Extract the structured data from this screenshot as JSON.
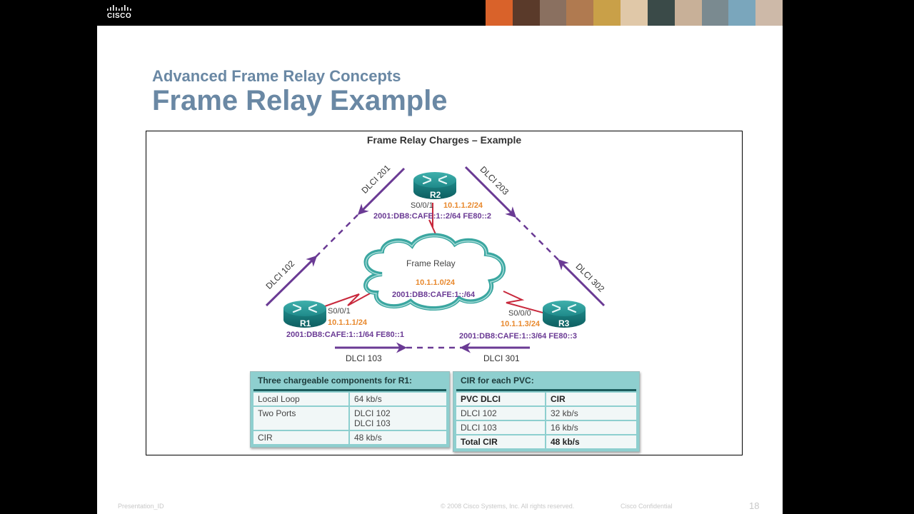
{
  "header": {
    "logo_text": "CISCO",
    "photo_strip_colors": [
      "#d9622a",
      "#5a3a2a",
      "#8a7060",
      "#b07a50",
      "#c9a048",
      "#e0c8a8",
      "#3a4a48",
      "#c8b098",
      "#7a8a90",
      "#7aa6bc",
      "#cdb9a8"
    ]
  },
  "slide": {
    "subtitle": "Advanced Frame Relay Concepts",
    "title": "Frame Relay Example"
  },
  "figure": {
    "title": "Frame Relay Charges – Example",
    "cloud": {
      "label": "Frame Relay",
      "ipv4": "10.1.1.0/24",
      "ipv6": "2001:DB8:CAFE:1::/64"
    },
    "routers": {
      "r1": {
        "name": "R1",
        "interface": "S0/0/1",
        "ipv4": "10.1.1.1/24",
        "ipv6": "2001:DB8:CAFE:1::1/64 FE80::1"
      },
      "r2": {
        "name": "R2",
        "interface": "S0/0/1",
        "ipv4": "10.1.1.2/24",
        "ipv6": "2001:DB8:CAFE:1::2/64 FE80::2"
      },
      "r3": {
        "name": "R3",
        "interface": "S0/0/0",
        "ipv4": "10.1.1.3/24",
        "ipv6": "2001:DB8:CAFE:1::3/64 FE80::3"
      }
    },
    "dlcis": {
      "d201": "DLCI 201",
      "d102": "DLCI 102",
      "d203": "DLCI 203",
      "d302": "DLCI 302",
      "d103": "DLCI 103",
      "d301": "DLCI 301"
    },
    "colors": {
      "router": "#1f8a8a",
      "cloud_stroke": "#3aa6a0",
      "serial_link": "#c8283c",
      "pvc": "#6a3a94",
      "ipv4": "#e8892e"
    }
  },
  "table_r1": {
    "heading": "Three chargeable components for R1:",
    "rows": [
      {
        "label": "Local Loop",
        "value": "64 kb/s",
        "value2": ""
      },
      {
        "label": "Two Ports",
        "value": "DLCI 102",
        "value2": "DLCI 103"
      },
      {
        "label": "CIR",
        "value": "48 kb/s",
        "value2": ""
      }
    ]
  },
  "table_cir": {
    "heading": "CIR for each PVC:",
    "columns": [
      "PVC DLCI",
      "CIR"
    ],
    "rows": [
      {
        "dlci": "DLCI 102",
        "cir": "32 kb/s"
      },
      {
        "dlci": "DLCI 103",
        "cir": "16 kb/s"
      }
    ],
    "total": {
      "label": "Total CIR",
      "value": "48 kb/s"
    }
  },
  "footer": {
    "presentation_id": "Presentation_ID",
    "copyright": "© 2008 Cisco Systems, Inc. All rights reserved.",
    "confidential": "Cisco Confidential",
    "page_number": "18"
  }
}
